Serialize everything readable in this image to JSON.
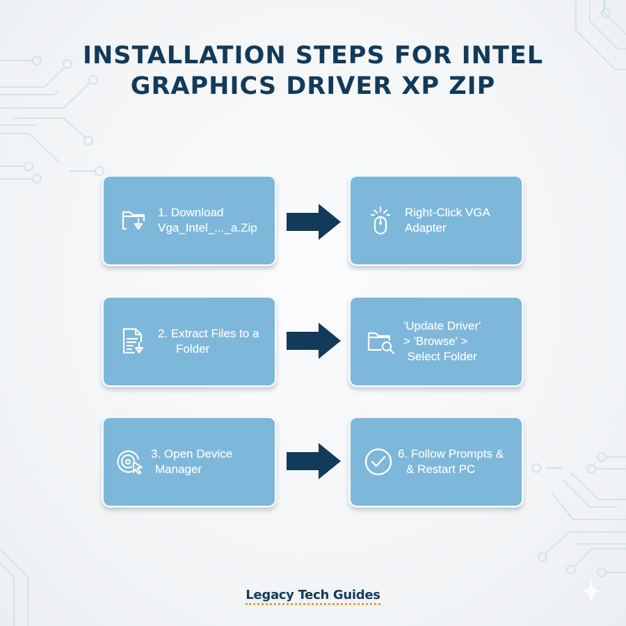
{
  "title": {
    "line1": "INSTALLATION STEPS FOR INTEL",
    "line2": "GRAPHICS DRIVER XP ZIP"
  },
  "colors": {
    "title": "#123a5a",
    "card_fill": "#7db7da",
    "card_border": "#f4f7f9",
    "arrow": "#123a5a",
    "footer_underline": "#e99a3d",
    "background": "#f3f5f7"
  },
  "steps": [
    {
      "position": "row1-left",
      "icon": "folder-download-icon",
      "lines": [
        "1. Download",
        "Vga_Intel_..._a.Zip"
      ]
    },
    {
      "position": "row1-right",
      "icon": "mouse-click-icon",
      "lines": [
        "Right-Click VGA",
        "Adapter"
      ]
    },
    {
      "position": "row2-left",
      "icon": "document-download-icon",
      "lines": [
        "2. Extract Files to a",
        "Folder"
      ]
    },
    {
      "position": "row2-right",
      "icon": "folder-search-icon",
      "lines": [
        "'Update Driver'",
        "> 'Browse' >",
        "Select Folder"
      ]
    },
    {
      "position": "row3-left",
      "icon": "disc-cursor-icon",
      "lines": [
        "3. Open Device",
        "Manager"
      ]
    },
    {
      "position": "row3-right",
      "icon": "checkmark-circle-icon",
      "lines": [
        "6. Follow Prompts &",
        "& Restart PC"
      ]
    }
  ],
  "arrows": [
    {
      "icon": "right-arrow-icon",
      "row": 1
    },
    {
      "icon": "right-arrow-icon",
      "row": 2
    },
    {
      "icon": "right-arrow-icon",
      "row": 3
    }
  ],
  "footer": {
    "brand": "Legacy Tech Guides"
  }
}
